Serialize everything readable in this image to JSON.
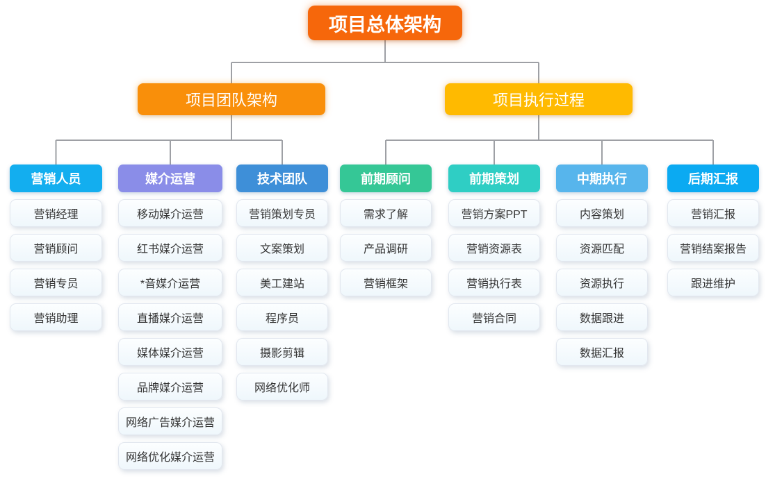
{
  "root": {
    "label": "项目总体架构",
    "color": "#F6670B"
  },
  "connector_color": "#9EA0A5",
  "branches": [
    {
      "label": "项目团队架构",
      "color": "#F98F0A",
      "columns": [
        {
          "label": "营销人员",
          "color": "#13AEEF",
          "items": [
            "营销经理",
            "营销顾问",
            "营销专员",
            "营销助理"
          ]
        },
        {
          "label": "媒介运营",
          "color": "#8A8DE8",
          "items": [
            "移动媒介运营",
            "红书媒介运营",
            "*音媒介运营",
            "直播媒介运营",
            "媒体媒介运营",
            "品牌媒介运营",
            "网络广告媒介运营",
            "网络优化媒介运营"
          ]
        },
        {
          "label": "技术团队",
          "color": "#3E8FD8",
          "items": [
            "营销策划专员",
            "文案策划",
            "美工建站",
            "程序员",
            "摄影剪辑",
            "网络优化师"
          ]
        }
      ]
    },
    {
      "label": "项目执行过程",
      "color": "#FFBA00",
      "columns": [
        {
          "label": "前期顾问",
          "color": "#35C796",
          "items": [
            "需求了解",
            "产品调研",
            "营销框架"
          ]
        },
        {
          "label": "前期策划",
          "color": "#2FCEC4",
          "items": [
            "营销方案PPT",
            "营销资源表",
            "营销执行表",
            "营销合同"
          ]
        },
        {
          "label": "中期执行",
          "color": "#57B5EC",
          "items": [
            "内容策划",
            "资源匹配",
            "资源执行",
            "数据跟进",
            "数据汇报"
          ]
        },
        {
          "label": "后期汇报",
          "color": "#0BAAF2",
          "items": [
            "营销汇报",
            "营销结案报告",
            "跟进维护"
          ]
        }
      ]
    }
  ]
}
